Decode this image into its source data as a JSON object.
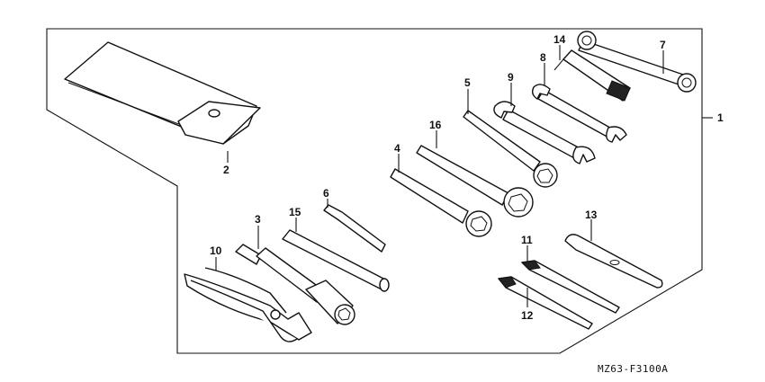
{
  "diagram": {
    "parts": [
      {
        "id": "1",
        "label": "1"
      },
      {
        "id": "2",
        "label": "2"
      },
      {
        "id": "3",
        "label": "3"
      },
      {
        "id": "4",
        "label": "4"
      },
      {
        "id": "5",
        "label": "5"
      },
      {
        "id": "6",
        "label": "6"
      },
      {
        "id": "7",
        "label": "7"
      },
      {
        "id": "8",
        "label": "8"
      },
      {
        "id": "9",
        "label": "9"
      },
      {
        "id": "10",
        "label": "10"
      },
      {
        "id": "11",
        "label": "11"
      },
      {
        "id": "12",
        "label": "12"
      },
      {
        "id": "13",
        "label": "13"
      },
      {
        "id": "14",
        "label": "14"
      },
      {
        "id": "15",
        "label": "15"
      },
      {
        "id": "16",
        "label": "16"
      }
    ],
    "code": "MZ63-F3100A"
  }
}
